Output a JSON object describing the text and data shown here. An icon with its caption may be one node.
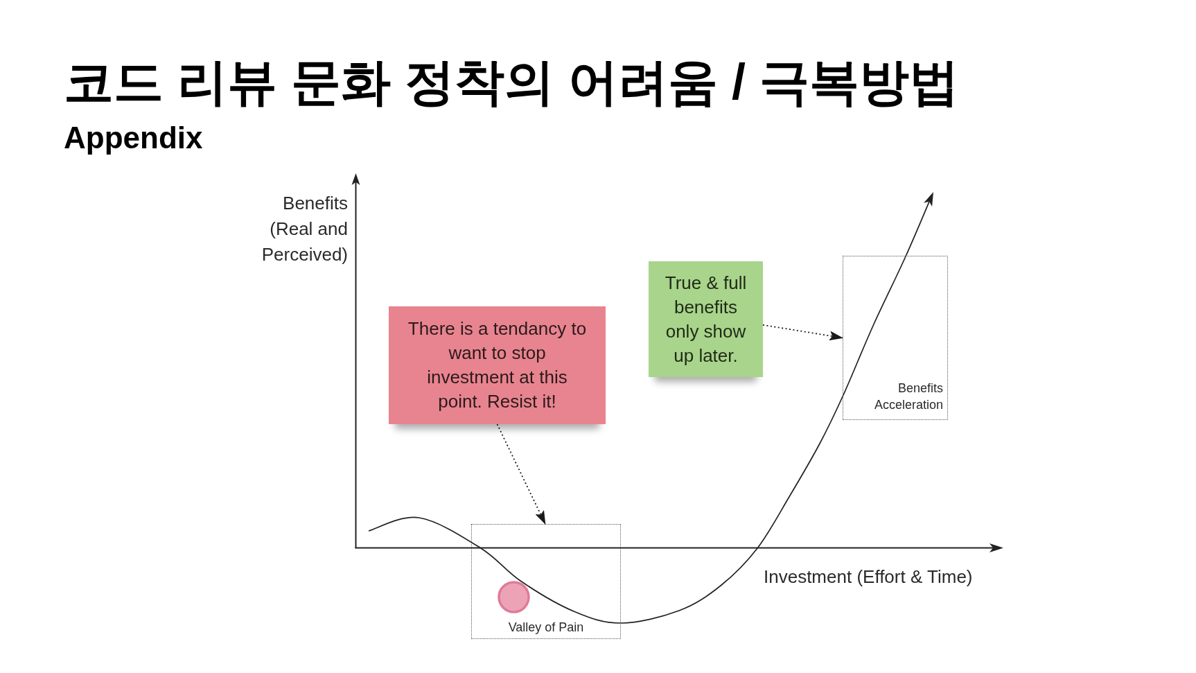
{
  "diagram": {
    "title": "코드 리뷰 문화 정착의 어려움 / 극복방법",
    "nodes": [
      {
        "text": [
          "There is a tendancy to want to stop investment at this point. Resist it!"
        ]
      },
      {
        "text": [
          "True & full benefits only show up later."
        ]
      },
      {
        "text": [
          "Valley of Pain"
        ]
      },
      {
        "text": [
          "Benefits Acceleration"
        ]
      }
    ],
    "edges": [
      {
        "from": 0,
        "to": 2,
        "arrow": "to",
        "style": "dashed"
      },
      {
        "from": 1,
        "to": 3,
        "arrow": "to",
        "style": "dashed"
      }
    ],
    "labels": [
      "Appendix",
      "Benefits (Real and Perceived)",
      "Investment (Effort & Time)"
    ]
  }
}
